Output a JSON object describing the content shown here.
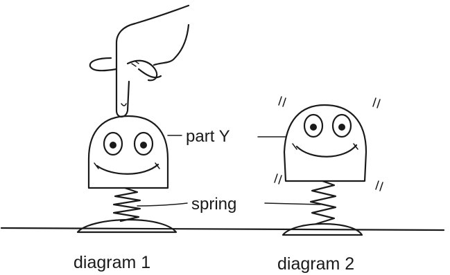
{
  "labels": {
    "part_y": "part Y",
    "spring": "spring",
    "caption_1": "diagram 1",
    "caption_2": "diagram 2"
  }
}
